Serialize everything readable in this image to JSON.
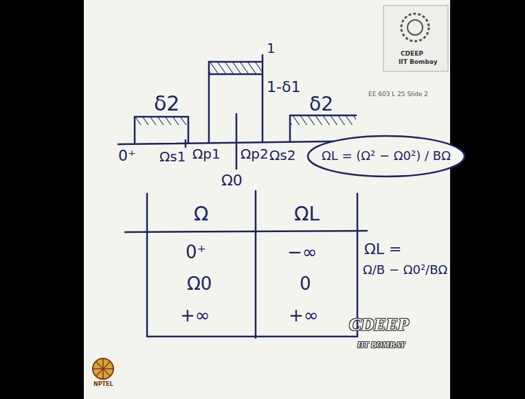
{
  "diagram": {
    "nodes": [
      {
        "text": [
          "ΩL = (Ω² − Ω0²) / BΩ"
        ]
      }
    ],
    "labels": [
      "δ2",
      "1",
      "1-δ1",
      "δ2",
      "0⁺",
      "Ωs1",
      "Ωp1",
      "Ω0",
      "Ωp2",
      "Ωs2",
      "CDEEP",
      "IIT Bombay",
      "EE 603 L 25 Slide 2",
      "Ω",
      "ΩL",
      "0⁺",
      "−∞",
      "Ω0",
      "0",
      "+∞",
      "+∞",
      "ΩL =",
      "Ω/B − Ω0²/BΩ",
      "CDEEP",
      "IIT BOMBAY",
      "NPTEL"
    ]
  }
}
